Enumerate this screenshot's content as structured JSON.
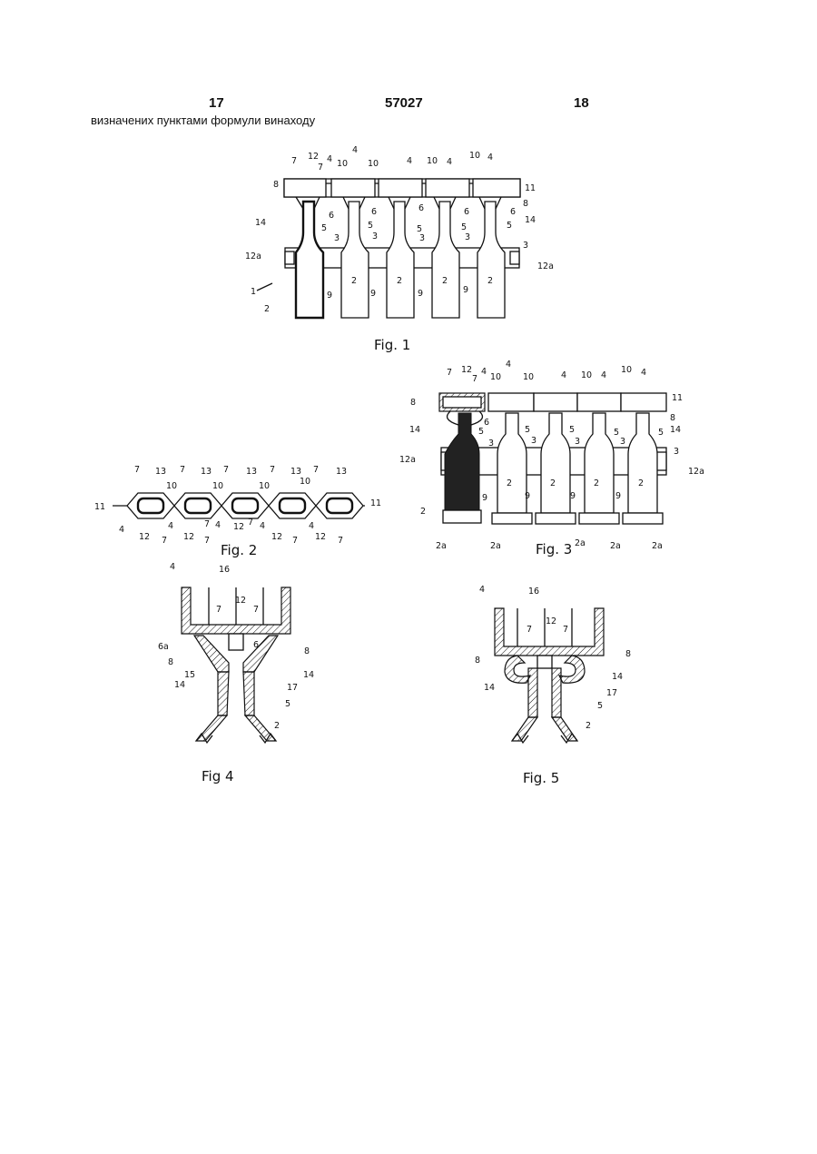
{
  "header": {
    "page_left": "17",
    "patent_number": "57027",
    "page_right": "18"
  },
  "intro_text": "визначених пунктами формули винаходу",
  "figures": [
    {
      "caption": "Fig. 1"
    },
    {
      "caption": "Fig. 2"
    },
    {
      "caption": "Fig. 3"
    },
    {
      "caption": "Fig 4"
    },
    {
      "caption": "Fig. 5"
    }
  ]
}
